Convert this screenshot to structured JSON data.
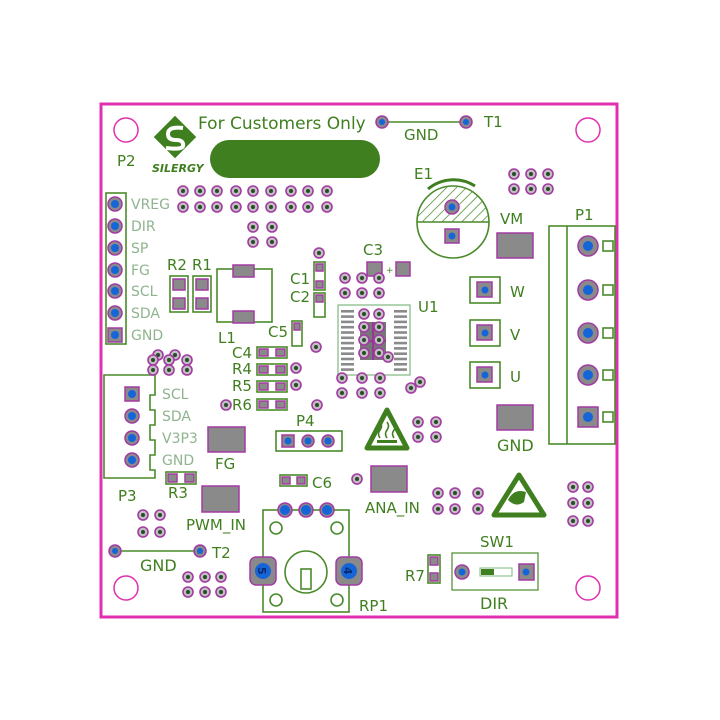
{
  "board": {
    "notice": "For Customers Only",
    "logo_text": "SILERGY",
    "colors": {
      "silk": "#3f7f1f",
      "edge": "#e030b0",
      "pad": "#8a8a8a",
      "via_ring": "#a33aa3",
      "drill": "#1565d8"
    }
  },
  "test_points": {
    "t1": "T1",
    "t1_net": "GND",
    "t2": "T2",
    "t2_net": "GND"
  },
  "connectors": {
    "p2": {
      "ref": "P2",
      "pins": [
        "VREG",
        "DIR",
        "SP",
        "FG",
        "SCL",
        "SDA",
        "GND"
      ]
    },
    "p3": {
      "ref": "P3",
      "pins": [
        "SCL",
        "SDA",
        "V3P3",
        "GND"
      ]
    },
    "p1": {
      "ref": "P1"
    },
    "p4": {
      "ref": "P4"
    }
  },
  "pads": {
    "vm": "VM",
    "w": "W",
    "v": "V",
    "u": "U",
    "gnd": "GND",
    "fg": "FG",
    "pwm_in": "PWM_IN",
    "ana_in": "ANA_IN"
  },
  "components": {
    "r1": "R1",
    "r2": "R2",
    "r3": "R3",
    "r4": "R4",
    "r5": "R5",
    "r6": "R6",
    "r7": "R7",
    "c1": "C1",
    "c2": "C2",
    "c3": "C3",
    "c4": "C4",
    "c5": "C5",
    "c6": "C6",
    "l1": "L1",
    "u1": "U1",
    "e1": "E1",
    "rp1": "RP1",
    "sw1": "SW1",
    "sw1_func": "DIR",
    "rp1_pin5": "5",
    "rp1_pin4": "4"
  }
}
